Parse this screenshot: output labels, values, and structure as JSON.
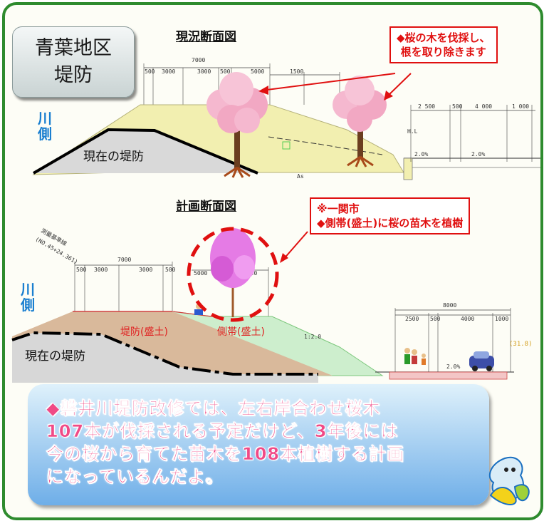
{
  "title": {
    "line1": "青葉地区",
    "line2": "堤防"
  },
  "current_section": {
    "title": "現況断面図",
    "river_side": [
      "川",
      "側"
    ],
    "embankment_label": "現在の堤防",
    "note": [
      "◆桜の木を伐採し、",
      "根を取り除きます"
    ],
    "dims_top": [
      "7000",
      "500",
      "3000",
      "3000",
      "500",
      "5000",
      "1500"
    ],
    "dims_right": [
      "2 500",
      "500",
      "4 000",
      "1 000"
    ],
    "slopes": [
      "2.0%",
      "2.0%"
    ],
    "small_labels": [
      "H.L",
      "As"
    ]
  },
  "planned_section": {
    "title": "計画断面図",
    "river_side": [
      "川",
      "側"
    ],
    "embankment_label": "現在の堤防",
    "note": [
      "※一関市",
      "◆側帯(盛土)に桜の苗木を植樹"
    ],
    "levee_fill_label": "堤防(盛土)",
    "side_band_label": "側帯(盛土)",
    "dims_top": [
      "7000",
      "500",
      "3000",
      "3000",
      "500",
      "5000",
      "1500"
    ],
    "dims_right": [
      "8000",
      "2500",
      "500",
      "4000",
      "1000"
    ],
    "slope_ratio": "1:2.0",
    "slope_pct": "2.0%",
    "elevation": "(31.8)",
    "survey_label": [
      "測量基準線",
      "(NO.45+24.361)"
    ]
  },
  "message": [
    "◆磐井川堤防改修では、左右岸合わせ桜木",
    "107本が伐採される予定だけど、3年後には",
    "今の桜から育てた苗木を108本植樹する計画",
    "になっているんだよ。"
  ],
  "colors": {
    "frame": "#2e8b2e",
    "note": "#e01010",
    "river": "#1a7fd0",
    "message": "#f04a86",
    "levee_fill": "#d9b99b",
    "side_band": "#cdeecd",
    "current_levee": "#f2efb0"
  },
  "mascot": "mascot-character-icon"
}
